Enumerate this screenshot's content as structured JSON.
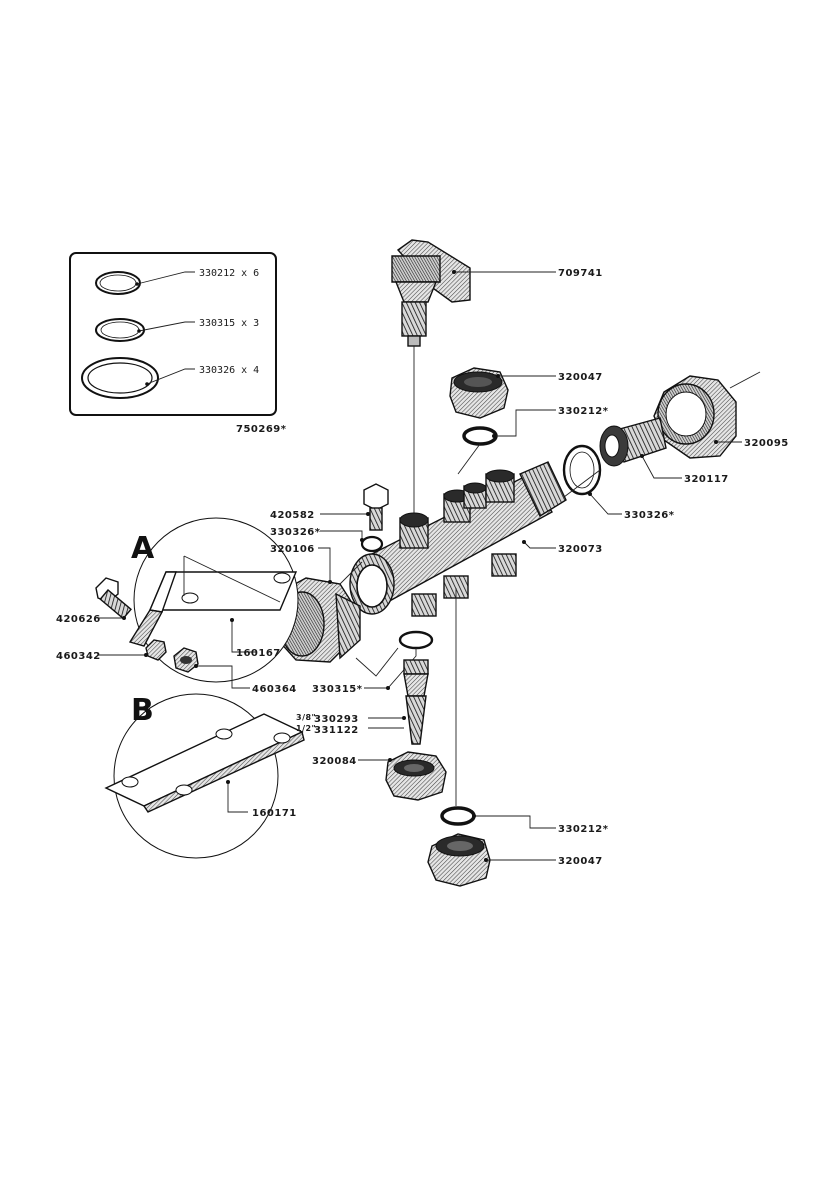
{
  "diagram": {
    "kit_box": {
      "part_number": "750269*",
      "items": [
        {
          "label": "330212 x 6"
        },
        {
          "label": "330315 x 3"
        },
        {
          "label": "330326 x 4"
        }
      ]
    },
    "section_a": {
      "letter": "A"
    },
    "section_b": {
      "letter": "B"
    },
    "labels": {
      "p709741": "709741",
      "p320047_top": "320047",
      "p330212_top": "330212*",
      "p320095": "320095",
      "p320117": "320117",
      "p330326_right": "330326*",
      "p320073": "320073",
      "p420582": "420582",
      "p330326_left": "330326*",
      "p320106": "320106",
      "p420626": "420626",
      "p460342": "460342",
      "p160167": "160167",
      "p460364": "460364",
      "p330315": "330315*",
      "p330293": "330293",
      "p330293_size": "3/8\"",
      "p331122": "331122",
      "p331122_size": "1/2\"",
      "p320084": "320084",
      "p160171": "160171",
      "p330212_bottom": "330212*",
      "p320047_bottom": "320047"
    }
  }
}
